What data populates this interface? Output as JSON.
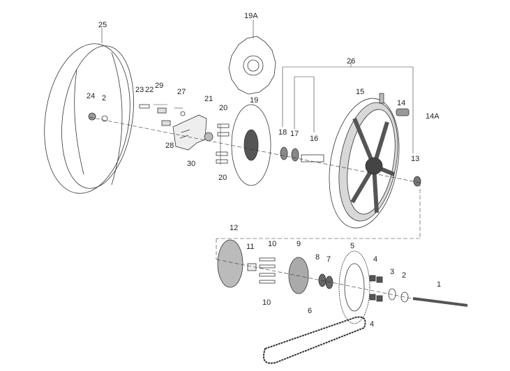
{
  "labels": {
    "l25": "25",
    "l19A": "19A",
    "l26": "26",
    "l24": "24",
    "l2a": "2",
    "l23": "23",
    "l22": "22",
    "l29": "29",
    "l27": "27",
    "l28": "28",
    "l30": "30",
    "l20a": "20",
    "l20b": "20",
    "l21": "21",
    "l19": "19",
    "l18": "18",
    "l17": "17",
    "l16": "16",
    "l15": "15",
    "l14": "14",
    "l14A": "14A",
    "l13": "13",
    "l12": "12",
    "l11": "11",
    "l10a": "10",
    "l10b": "10",
    "l9": "9",
    "l8": "8",
    "l7": "7",
    "l5": "5",
    "l4a": "4",
    "l4b": "4",
    "l3": "3",
    "l2b": "2",
    "l1": "1",
    "l6": "6"
  },
  "colors": {
    "line": "#333333",
    "fill_dark": "#5a5a5a",
    "fill_mid": "#9a9a9a",
    "fill_light": "#e6e6e6"
  }
}
